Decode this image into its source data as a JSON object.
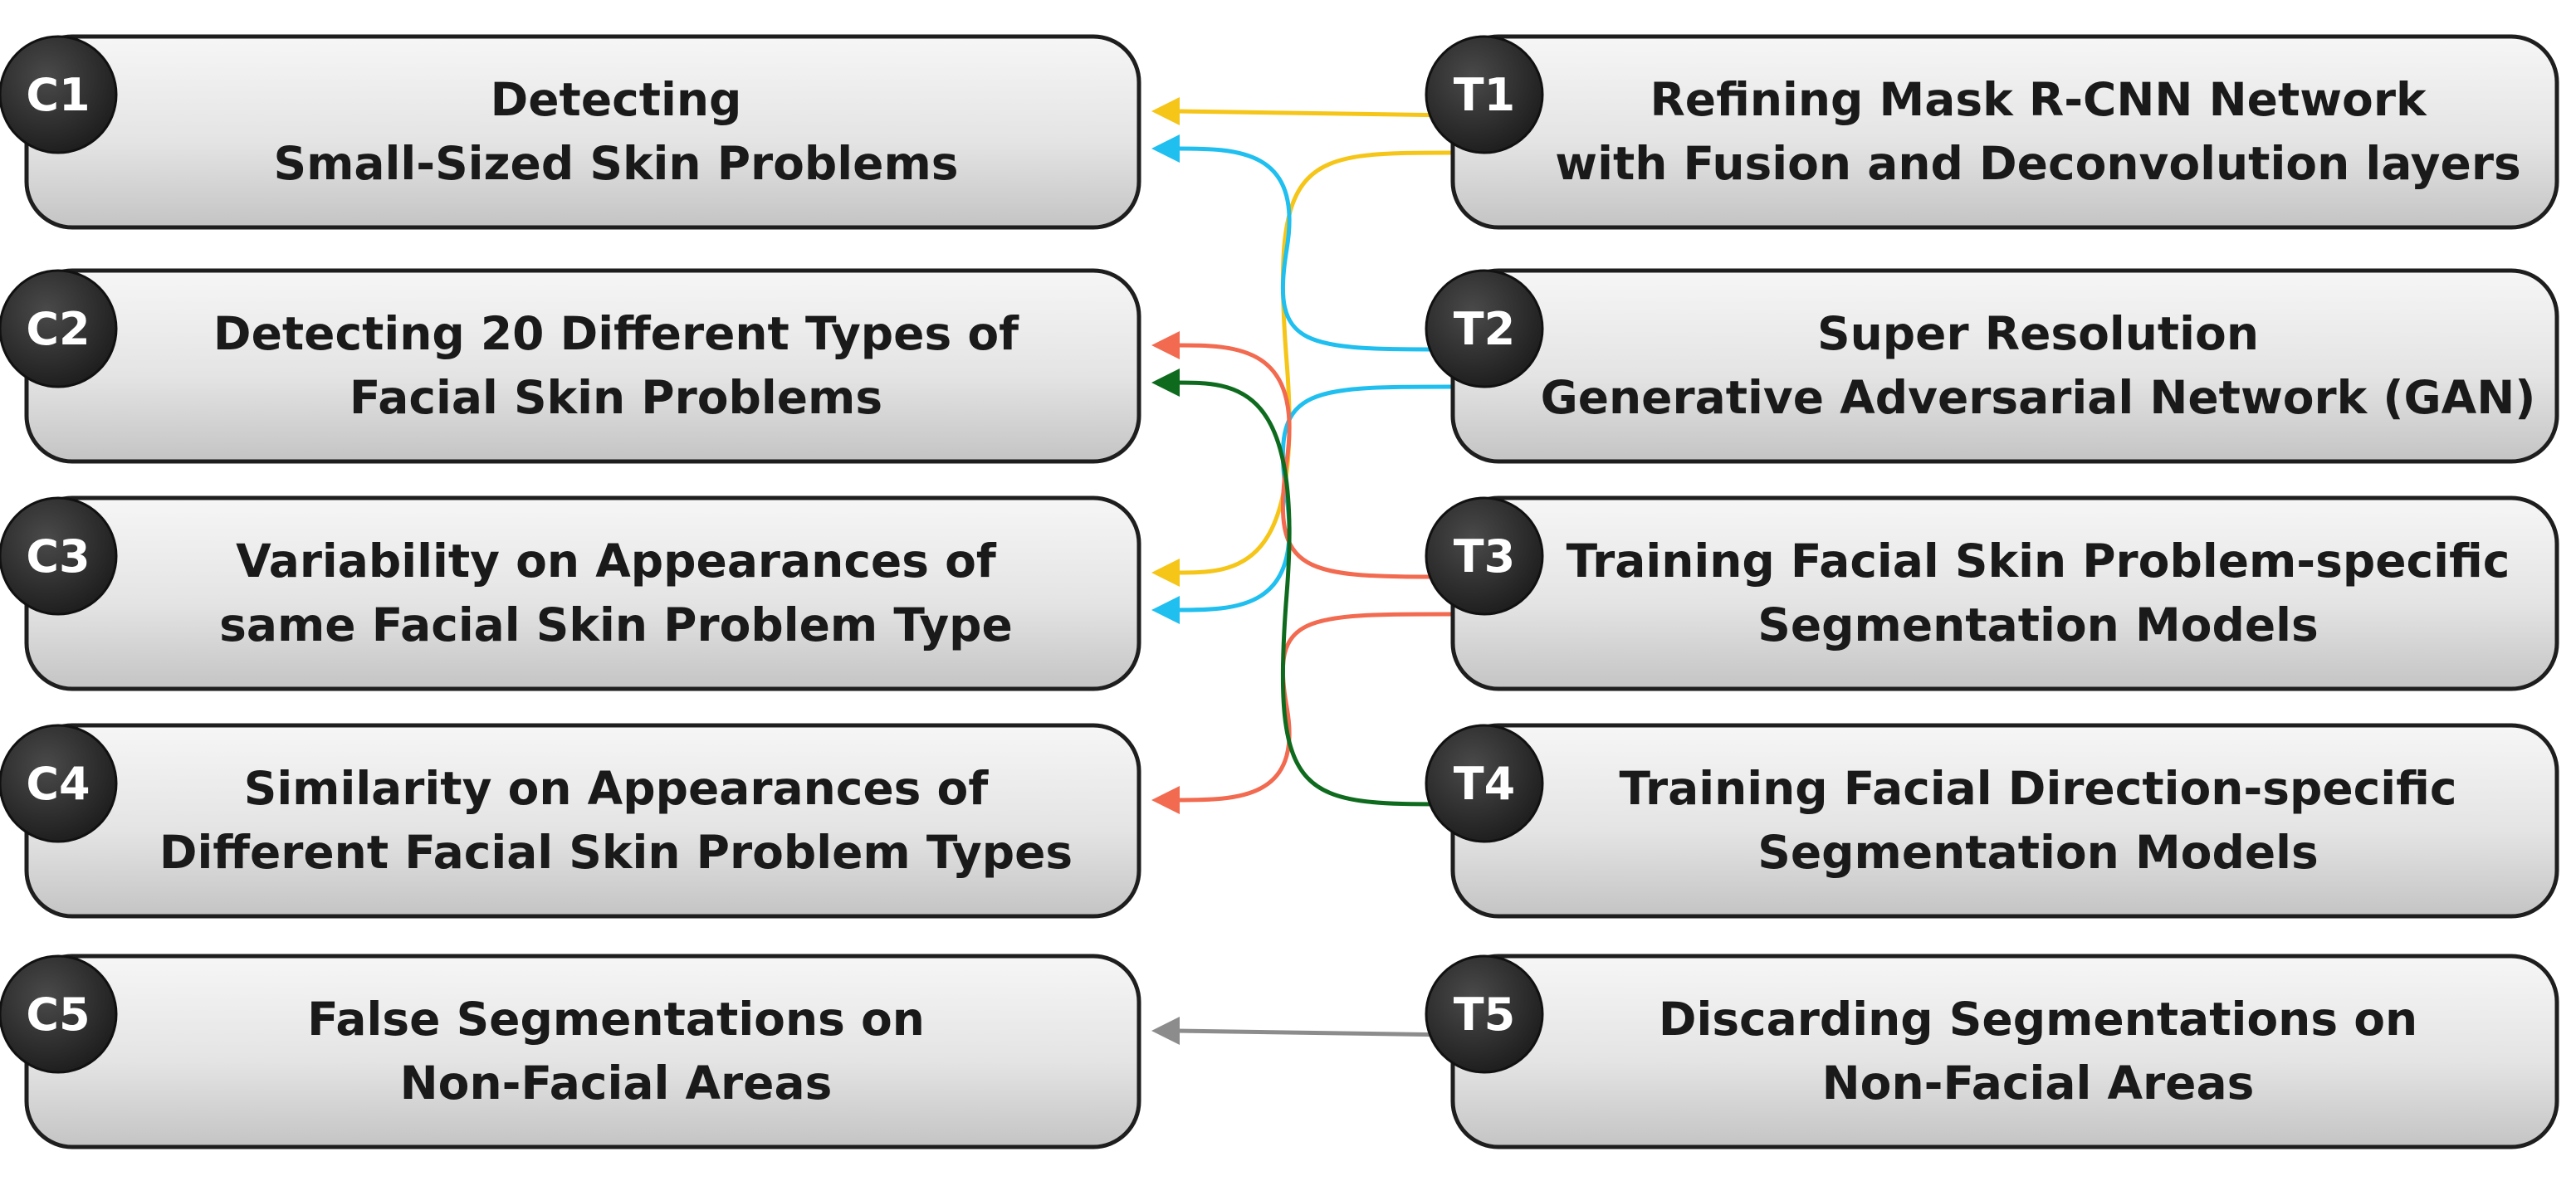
{
  "challenges": [
    {
      "badge": "C1",
      "line1": "Detecting",
      "line2": "Small-Sized Skin Problems"
    },
    {
      "badge": "C2",
      "line1": "Detecting 20 Different Types of",
      "line2": "Facial Skin Problems"
    },
    {
      "badge": "C3",
      "line1": "Variability on Appearances of",
      "line2": "same Facial Skin Problem Type"
    },
    {
      "badge": "C4",
      "line1": "Similarity on Appearances of",
      "line2": "Different Facial Skin Problem Types"
    },
    {
      "badge": "C5",
      "line1": "False Segmentations on",
      "line2": "Non-Facial Areas"
    }
  ],
  "techniques": [
    {
      "badge": "T1",
      "line1": "Refining Mask R-CNN Network",
      "line2": "with Fusion and Deconvolution layers"
    },
    {
      "badge": "T2",
      "line1": "Super Resolution",
      "line2": "Generative Adversarial Network (GAN)"
    },
    {
      "badge": "T3",
      "line1": "Training Facial Skin Problem-specific",
      "line2": "Segmentation Models"
    },
    {
      "badge": "T4",
      "line1": "Training Facial Direction-specific",
      "line2": "Segmentation Models"
    },
    {
      "badge": "T5",
      "line1": "Discarding Segmentations on",
      "line2": "Non-Facial Areas"
    }
  ],
  "connections": [
    {
      "from": "T1",
      "to": "C1",
      "color": "#F5C518"
    },
    {
      "from": "T1",
      "to": "C3",
      "color": "#F5C518"
    },
    {
      "from": "T2",
      "to": "C1",
      "color": "#1FBFEF"
    },
    {
      "from": "T2",
      "to": "C3",
      "color": "#1FBFEF"
    },
    {
      "from": "T3",
      "to": "C2",
      "color": "#F26A4F"
    },
    {
      "from": "T3",
      "to": "C4",
      "color": "#F26A4F"
    },
    {
      "from": "T4",
      "to": "C2",
      "color": "#0E6B1E"
    },
    {
      "from": "T5",
      "to": "C5",
      "color": "#8C8C8C"
    }
  ],
  "colors": {
    "box_fill_top": "#F4F4F4",
    "box_fill_bottom": "#C9C9C9",
    "box_stroke": "#1E1E1E",
    "badge_fill": "#2E2E2E",
    "badge_text": "#FFFFFF",
    "text": "#1A1A1A"
  }
}
